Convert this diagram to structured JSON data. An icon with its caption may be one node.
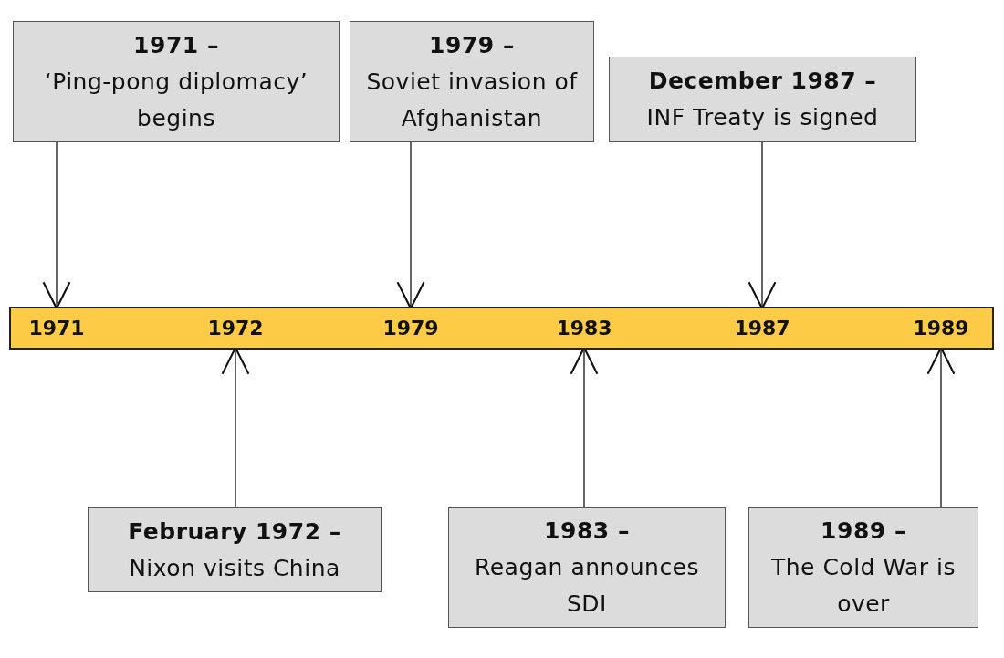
{
  "diagram": {
    "nodes": [
      {
        "text": [
          "1971 –",
          "‘Ping-pong diplomacy’ begins"
        ]
      },
      {
        "text": [
          "1979 –",
          "Soviet invasion of Afghanistan"
        ]
      },
      {
        "text": [
          "December 1987 –",
          "INF Treaty is signed"
        ]
      },
      {
        "text": [],
        "shape": "bar"
      },
      {
        "text": [
          "1971"
        ],
        "in": 3
      },
      {
        "text": [
          "1972"
        ],
        "in": 3
      },
      {
        "text": [
          "1979"
        ],
        "in": 3
      },
      {
        "text": [
          "1983"
        ],
        "in": 3
      },
      {
        "text": [
          "1987"
        ],
        "in": 3
      },
      {
        "text": [
          "1989"
        ],
        "in": 3
      },
      {
        "text": [
          "February 1972 –",
          "Nixon visits China"
        ]
      },
      {
        "text": [
          "1983 –",
          "Reagan announces SDI"
        ]
      },
      {
        "text": [
          "1989 –",
          "The Cold War is over"
        ]
      }
    ],
    "edges": [
      {
        "from": 0,
        "to": 4,
        "arrow": "to"
      },
      {
        "from": 1,
        "to": 6,
        "arrow": "to"
      },
      {
        "from": 2,
        "to": 8,
        "arrow": "to"
      },
      {
        "from": 10,
        "to": 5,
        "arrow": "to"
      },
      {
        "from": 11,
        "to": 7,
        "arrow": "to"
      },
      {
        "from": 12,
        "to": 9,
        "arrow": "to"
      }
    ]
  }
}
